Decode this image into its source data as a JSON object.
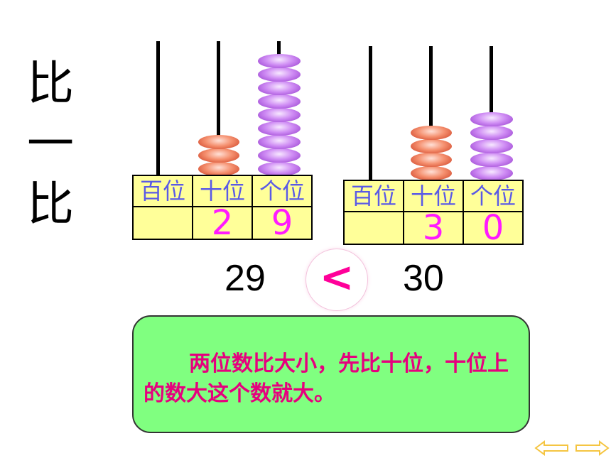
{
  "side_title": [
    "比",
    "一",
    "比"
  ],
  "place_headers": [
    "百位",
    "十位",
    "个位"
  ],
  "left_number": {
    "value": "29",
    "digits": [
      "",
      "2",
      "9"
    ],
    "tens_beads": 3,
    "ones_beads": 9
  },
  "right_number": {
    "value": "30",
    "digits": [
      "",
      "3",
      "0"
    ],
    "tens_beads": 4,
    "ones_beads": 5
  },
  "comparison_symbol": "<",
  "rule_text": "两位数比大小，先比十位，十位上的数大这个数就大。",
  "colors": {
    "table_fill": "#ffff99",
    "header_text": "#5a5ae6",
    "digit_text": "#ff1aff",
    "tip_fill": "#80ff80",
    "tip_text": "#e6007e",
    "symbol": "#ff0099",
    "tens_bead": "#e65a3c",
    "ones_bead": "#b464e6",
    "nav_arrow": "#f5c542"
  },
  "navigation": {
    "prev_icon": "arrow-left-outline",
    "next_icon": "arrow-right-outline"
  }
}
